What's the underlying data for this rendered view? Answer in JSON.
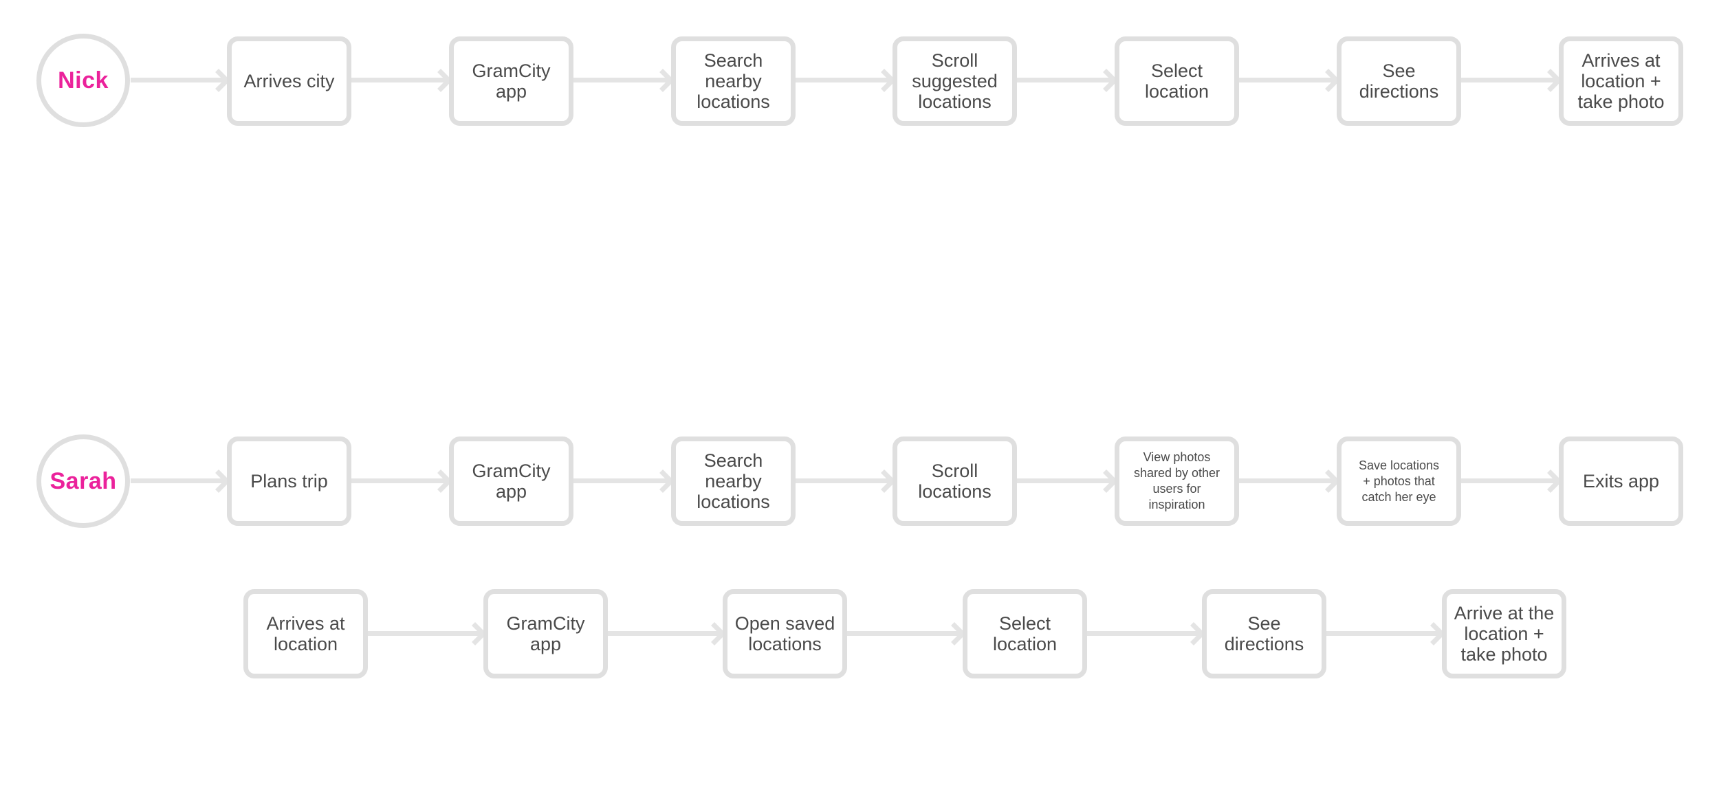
{
  "colors": {
    "persona_accent": "#eb229b",
    "box_border": "#dfdfdf",
    "arrow": "#e4e4e4",
    "text": "#4a4a4a",
    "background": "#ffffff"
  },
  "rows": [
    {
      "persona": "Nick",
      "steps": [
        "Arrives city",
        "GramCity\napp",
        "Search\nnearby\nlocations",
        "Scroll\nsuggested\nlocations",
        "Select\nlocation",
        "See\ndirections",
        "Arrives at\nlocation +\ntake photo"
      ]
    },
    {
      "persona": "Sarah",
      "steps": [
        "Plans trip",
        "GramCity\napp",
        "Search\nnearby\nlocations",
        "Scroll\nlocations",
        "View photos\nshared by other\nusers for\ninspiration",
        "Save locations\n+ photos that\ncatch her eye",
        "Exits app"
      ]
    },
    {
      "persona": "",
      "steps": [
        "Arrives at\nlocation",
        "GramCity\napp",
        "Open saved\nlocations",
        "Select\nlocation",
        "See\ndirections",
        "Arrive at the\nlocation +\ntake photo"
      ]
    }
  ]
}
